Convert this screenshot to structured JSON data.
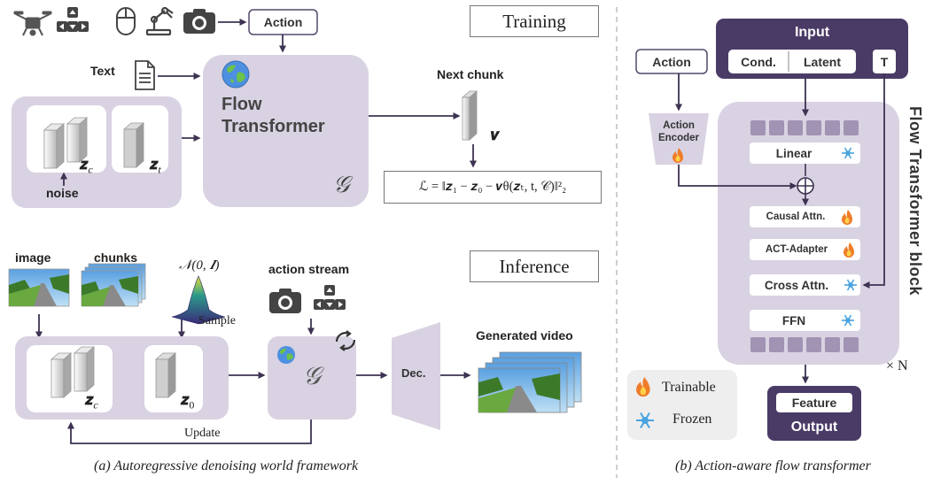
{
  "left": {
    "training_title": "Training",
    "inference_title": "Inference",
    "action_label": "Action",
    "text_label": "Text",
    "flow_transformer_line1": "Flow",
    "flow_transformer_line2": "Transformer",
    "g_symbol": "𝒢",
    "next_chunk": "Next chunk",
    "v_symbol": "𝒗",
    "loss_formula": "ℒ = ‖𝒛₁ − 𝒛₀ − 𝒗θ(𝒛ₜ, t, 𝒞)‖²₂",
    "zc_label": "𝒛",
    "zc_sub": "c",
    "zt_label": "𝒛",
    "zt_sub": "t",
    "z0_label": "𝒛",
    "z0_sub": "0",
    "noise_label": "noise",
    "image_label": "image",
    "chunks_label": "chunks",
    "normal_label": "𝒩(0, 𝑰)",
    "sample_label": "Sample",
    "action_stream_label": "action stream",
    "dec_label": "Dec.",
    "generated_video_label": "Generated video",
    "update_label": "Update",
    "caption": "(a) Autoregressive denoising world framework"
  },
  "right": {
    "input_label": "Input",
    "action_label": "Action",
    "cond_label": "Cond.",
    "latent_label": "Latent",
    "t_label": "T",
    "action_encoder_line1": "Action",
    "action_encoder_line2": "Encoder",
    "linear_label": "Linear",
    "causal_attn_label": "Causal Attn.",
    "act_adapter_label": "ACT-Adapter",
    "cross_attn_label": "Cross Attn.",
    "ffn_label": "FFN",
    "block_title": "Flow Transformer block",
    "times_n": "× N",
    "legend_trainable": "Trainable",
    "legend_frozen": "Frozen",
    "feature_label": "Feature",
    "output_label": "Output",
    "caption": "(b) Action-aware flow transformer"
  },
  "colors": {
    "lavender": "#d9d2e2",
    "dark_purple": "#4a3b66",
    "token_purple": "#a093b3",
    "arrow": "#3d3352",
    "flame": "#f07c2a",
    "snow": "#4aa3df"
  },
  "icons": [
    "drone-icon",
    "arrow-keys-icon",
    "mouse-icon",
    "robot-arm-icon",
    "camera-icon",
    "document-icon",
    "globe-icon",
    "flame-icon",
    "snowflake-icon",
    "refresh-icon"
  ]
}
